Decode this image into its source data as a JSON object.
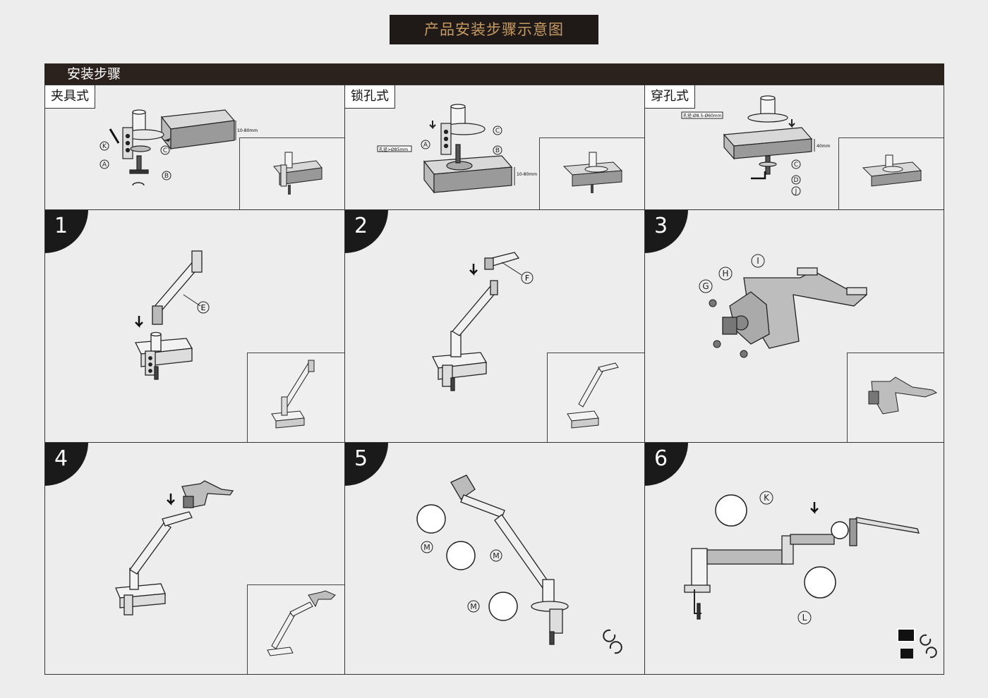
{
  "header": {
    "title": "产品安装步骤示意图"
  },
  "section": {
    "title": "安装步骤"
  },
  "methods": [
    {
      "label": "夹具式",
      "thickness": "10-80mm",
      "parts": [
        "K",
        "A",
        "C",
        "B"
      ]
    },
    {
      "label": "锁孔式",
      "hole": "孔径>Ø85mm",
      "thickness": "10-80mm",
      "parts": [
        "A",
        "C",
        "B"
      ]
    },
    {
      "label": "穿孔式",
      "hole": "孔径:Ø8.5-Ø60mm",
      "thickness": "40mm",
      "parts": [
        "C",
        "D",
        "J"
      ]
    }
  ],
  "steps": [
    {
      "number": "1",
      "parts": [
        "E"
      ]
    },
    {
      "number": "2",
      "parts": [
        "F"
      ]
    },
    {
      "number": "3",
      "parts": [
        "I",
        "H",
        "G"
      ]
    },
    {
      "number": "4",
      "parts": []
    },
    {
      "number": "5",
      "parts": [
        "M",
        "M",
        "M"
      ]
    },
    {
      "number": "6",
      "parts": [
        "K",
        "L"
      ]
    }
  ],
  "colors": {
    "title_bg": "#1f1a17",
    "title_text": "#c79a62",
    "section_bg": "#2b211d"
  }
}
